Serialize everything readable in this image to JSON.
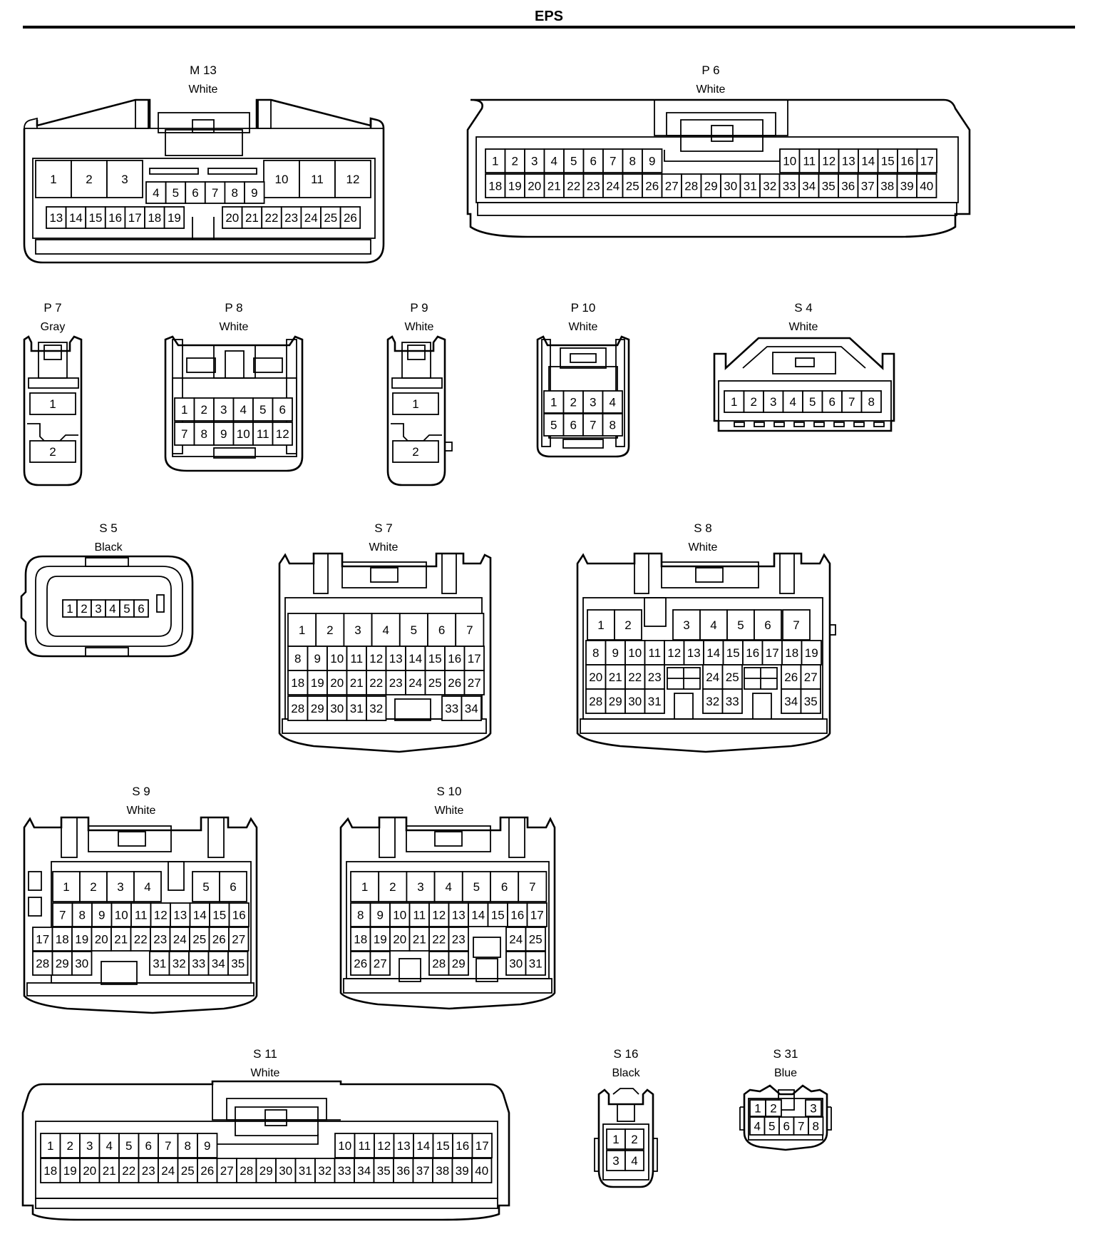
{
  "title": "EPS",
  "connectors": [
    {
      "key": "M13",
      "id": "M 13",
      "color": "White",
      "pins": [
        "1",
        "2",
        "3",
        "4",
        "5",
        "6",
        "7",
        "8",
        "9",
        "10",
        "11",
        "12",
        "13",
        "14",
        "15",
        "16",
        "17",
        "18",
        "19",
        "20",
        "21",
        "22",
        "23",
        "24",
        "25",
        "26"
      ]
    },
    {
      "key": "P6",
      "id": "P 6",
      "color": "White",
      "pins": [
        "1",
        "2",
        "3",
        "4",
        "5",
        "6",
        "7",
        "8",
        "9",
        "10",
        "11",
        "12",
        "13",
        "14",
        "15",
        "16",
        "17",
        "18",
        "19",
        "20",
        "21",
        "22",
        "23",
        "24",
        "25",
        "26",
        "27",
        "28",
        "29",
        "30",
        "31",
        "32",
        "33",
        "34",
        "35",
        "36",
        "37",
        "38",
        "39",
        "40"
      ]
    },
    {
      "key": "P7",
      "id": "P 7",
      "color": "Gray",
      "pins": [
        "1",
        "2"
      ]
    },
    {
      "key": "P8",
      "id": "P 8",
      "color": "White",
      "pins": [
        "1",
        "2",
        "3",
        "4",
        "5",
        "6",
        "7",
        "8",
        "9",
        "10",
        "11",
        "12"
      ]
    },
    {
      "key": "P9",
      "id": "P 9",
      "color": "White",
      "pins": [
        "1",
        "2"
      ]
    },
    {
      "key": "P10",
      "id": "P 10",
      "color": "White",
      "pins": [
        "1",
        "2",
        "3",
        "4",
        "5",
        "6",
        "7",
        "8"
      ]
    },
    {
      "key": "S4",
      "id": "S 4",
      "color": "White",
      "pins": [
        "1",
        "2",
        "3",
        "4",
        "5",
        "6",
        "7",
        "8"
      ]
    },
    {
      "key": "S5",
      "id": "S 5",
      "color": "Black",
      "pins": [
        "1",
        "2",
        "3",
        "4",
        "5",
        "6"
      ]
    },
    {
      "key": "S7",
      "id": "S 7",
      "color": "White",
      "pins": [
        "1",
        "2",
        "3",
        "4",
        "5",
        "6",
        "7",
        "8",
        "9",
        "10",
        "11",
        "12",
        "13",
        "14",
        "15",
        "16",
        "17",
        "18",
        "19",
        "20",
        "21",
        "22",
        "23",
        "24",
        "25",
        "26",
        "27",
        "28",
        "29",
        "30",
        "31",
        "32",
        "33",
        "34"
      ]
    },
    {
      "key": "S8",
      "id": "S 8",
      "color": "White",
      "pins": [
        "1",
        "2",
        "3",
        "4",
        "5",
        "6",
        "7",
        "8",
        "9",
        "10",
        "11",
        "12",
        "13",
        "14",
        "15",
        "16",
        "17",
        "18",
        "19",
        "20",
        "21",
        "22",
        "23",
        "24",
        "25",
        "26",
        "27",
        "28",
        "29",
        "30",
        "31",
        "32",
        "33",
        "34",
        "35"
      ]
    },
    {
      "key": "S9",
      "id": "S 9",
      "color": "White",
      "pins": [
        "1",
        "2",
        "3",
        "4",
        "5",
        "6",
        "7",
        "8",
        "9",
        "10",
        "11",
        "12",
        "13",
        "14",
        "15",
        "16",
        "17",
        "18",
        "19",
        "20",
        "21",
        "22",
        "23",
        "24",
        "25",
        "26",
        "27",
        "28",
        "29",
        "30",
        "31",
        "32",
        "33",
        "34",
        "35"
      ]
    },
    {
      "key": "S10",
      "id": "S 10",
      "color": "White",
      "pins": [
        "1",
        "2",
        "3",
        "4",
        "5",
        "6",
        "7",
        "8",
        "9",
        "10",
        "11",
        "12",
        "13",
        "14",
        "15",
        "16",
        "17",
        "18",
        "19",
        "20",
        "21",
        "22",
        "23",
        "24",
        "25",
        "26",
        "27",
        "28",
        "29",
        "30",
        "31"
      ]
    },
    {
      "key": "S11",
      "id": "S 11",
      "color": "White",
      "pins": [
        "1",
        "2",
        "3",
        "4",
        "5",
        "6",
        "7",
        "8",
        "9",
        "10",
        "11",
        "12",
        "13",
        "14",
        "15",
        "16",
        "17",
        "18",
        "19",
        "20",
        "21",
        "22",
        "23",
        "24",
        "25",
        "26",
        "27",
        "28",
        "29",
        "30",
        "31",
        "32",
        "33",
        "34",
        "35",
        "36",
        "37",
        "38",
        "39",
        "40"
      ]
    },
    {
      "key": "S16",
      "id": "S 16",
      "color": "Black",
      "pins": [
        "1",
        "2",
        "3",
        "4"
      ]
    },
    {
      "key": "S31",
      "id": "S 31",
      "color": "Blue",
      "pins": [
        "1",
        "2",
        "3",
        "4",
        "5",
        "6",
        "7",
        "8"
      ]
    }
  ]
}
